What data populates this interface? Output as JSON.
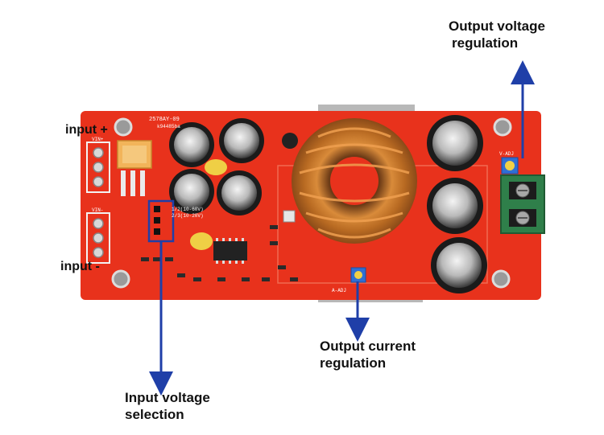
{
  "annotations": {
    "input_plus": "input +",
    "input_minus": "input -",
    "output_voltage": [
      "Output voltage",
      "regulation"
    ],
    "output_current": [
      "Output current",
      "regulation"
    ],
    "input_voltage": [
      "Input voltage",
      "selection"
    ]
  },
  "board_silkscreen": {
    "model_lines": [
      "2578AY-09",
      "k94485ba"
    ],
    "vin_plus": "VIN+",
    "vin_minus": "VIN-",
    "jumper_lines": [
      "1/2(10-60V)",
      "2/3(10-20V)"
    ],
    "a_adj": "A-ADJ",
    "v_adj": "V-ADJ"
  },
  "colors": {
    "pcb": "#e8321c",
    "pcb_dark": "#c4200e",
    "arrow": "#1f3fa8",
    "copper": "#c8762a"
  }
}
